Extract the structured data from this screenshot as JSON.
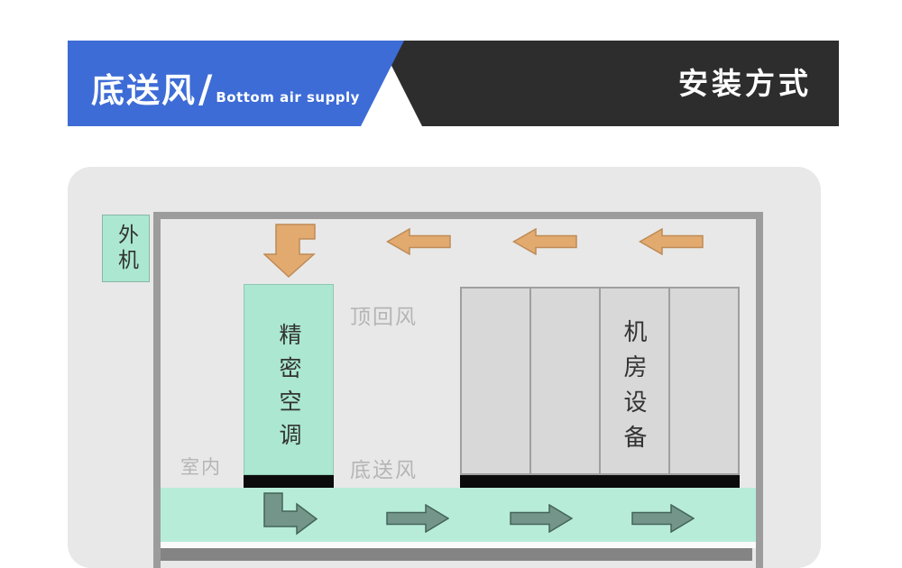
{
  "header": {
    "title_cn": "底送风",
    "slash": "/",
    "title_en": "Bottom air supply",
    "right_title": "安装方式"
  },
  "diagram": {
    "outdoor_unit_label": "外机",
    "top_return_label": "顶回风",
    "ac_unit_label": "精密空调",
    "equipment_label": "机房设备",
    "indoor_label": "室内",
    "bottom_supply_label": "底送风"
  },
  "colors": {
    "banner_blue": "#3d6cd6",
    "banner_dark": "#2d2d2d",
    "panel_bg": "#e8e8e8",
    "room_border": "#9c9c9c",
    "unit_green": "#abe7d1",
    "floor_green": "#b7ecd9",
    "equipment_gray": "#d8d8d8",
    "arrow_orange": "#e3aa70",
    "arrow_teal": "#74968a",
    "base_black": "#0b0b0b",
    "slab_gray": "#848484",
    "muted_text": "#b5b5b5"
  }
}
